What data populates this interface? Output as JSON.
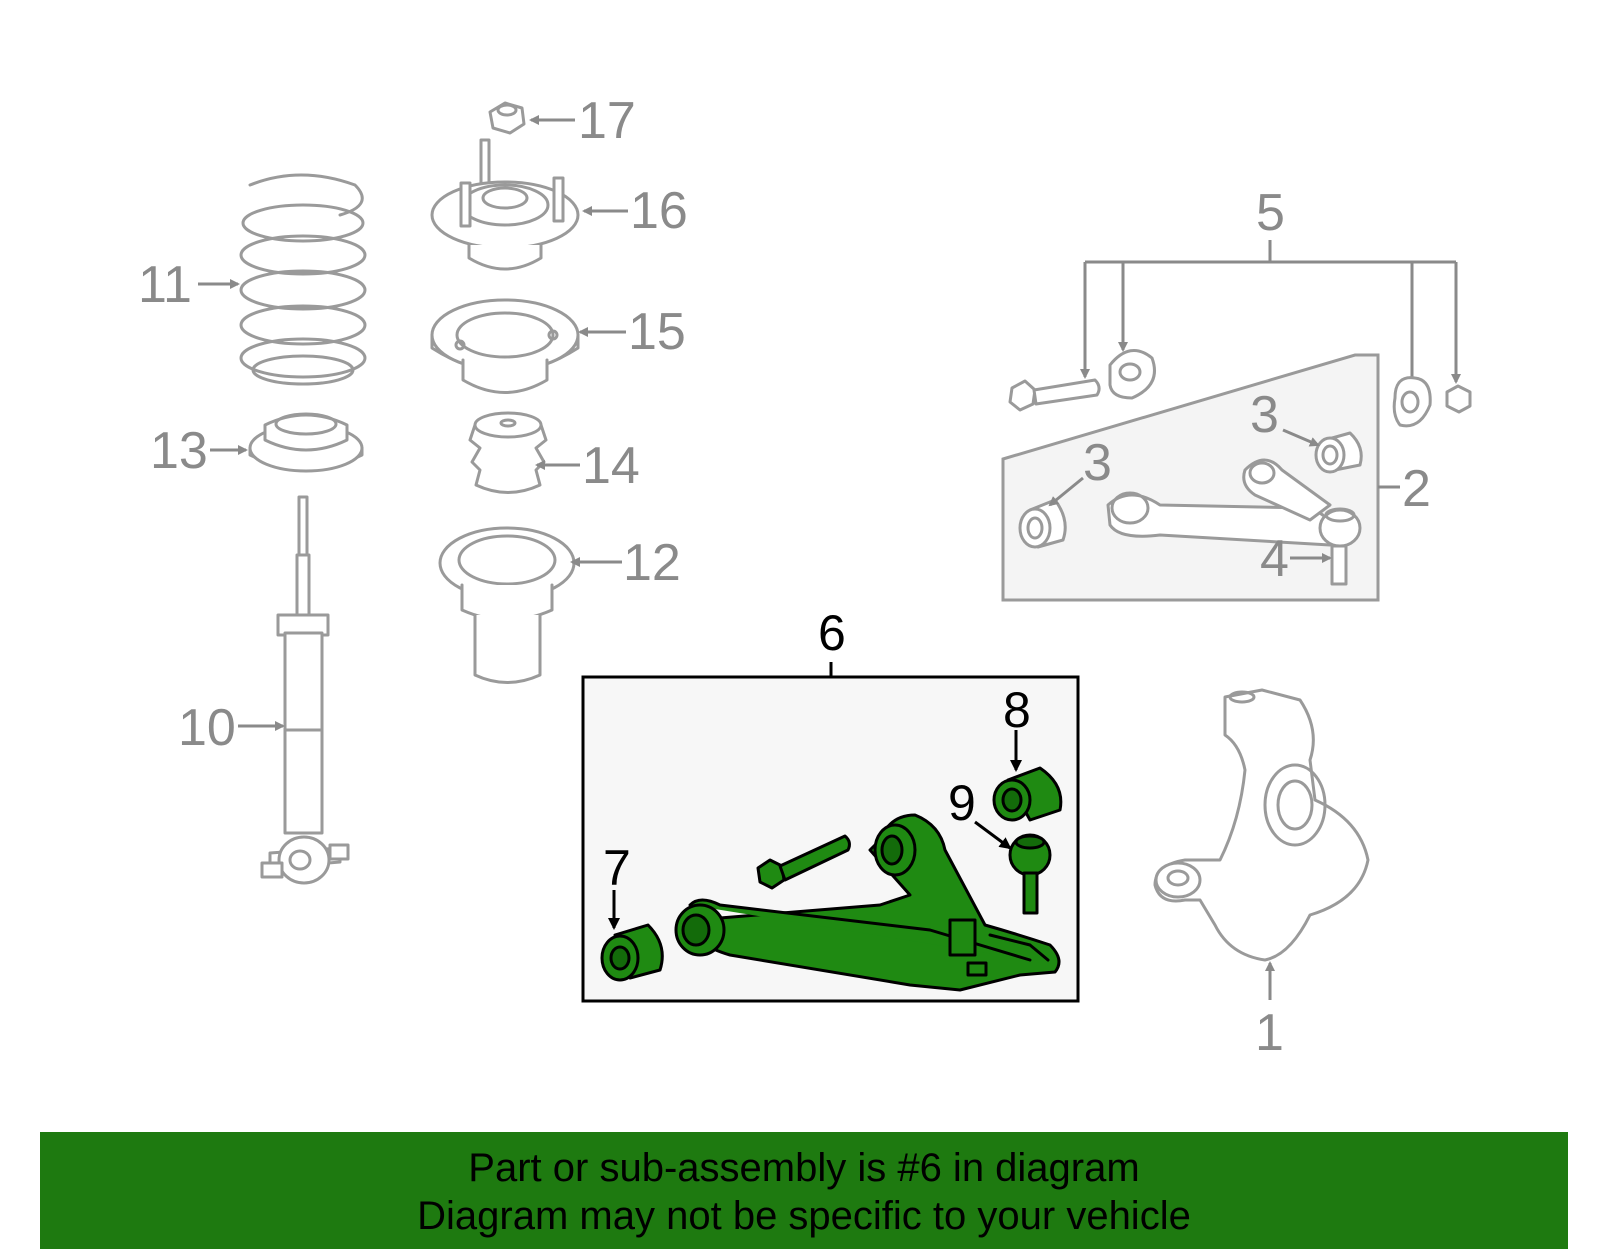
{
  "callouts": {
    "c1": "1",
    "c2": "2",
    "c3a": "3",
    "c3b": "3",
    "c4": "4",
    "c5": "5",
    "c6": "6",
    "c7": "7",
    "c8": "8",
    "c9": "9",
    "c10": "10",
    "c11": "11",
    "c12": "12",
    "c13": "13",
    "c14": "14",
    "c15": "15",
    "c16": "16",
    "c17": "17"
  },
  "colors": {
    "highlight_part": "#1f8a12",
    "banner_background": "#1e7a10",
    "inactive_part": "#9a9a9a"
  },
  "banner": {
    "line1": "Part or sub-assembly is #6 in diagram",
    "line2": "Diagram may not be specific to your vehicle"
  }
}
